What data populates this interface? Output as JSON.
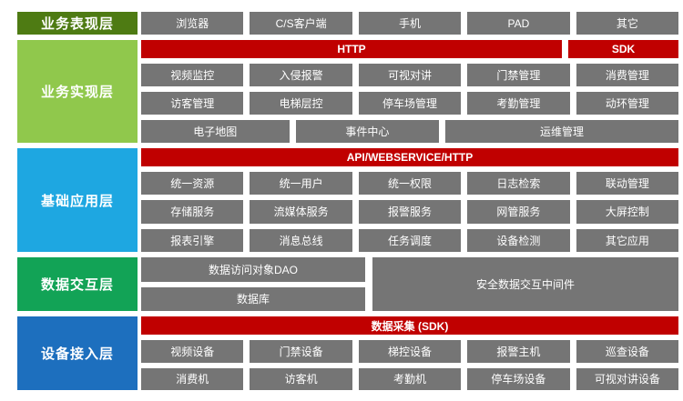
{
  "colors": {
    "module_box_gray": "#757575",
    "protocol_bar_red": "#c00000",
    "text_white": "#ffffff",
    "layer_presentation_green": "#4e7b13",
    "layer_business_light_green": "#90c84c",
    "layer_base_app_sky_blue": "#1ea7e1",
    "layer_data_interaction_green": "#12a356",
    "layer_device_access_blue": "#1d6fbe"
  },
  "layers": [
    {
      "id": "presentation",
      "label": "业务表现层",
      "color": "#4e7b13",
      "rows": [
        {
          "kind": "boxes",
          "items": [
            {
              "label": "浏览器"
            },
            {
              "label": "C/S客户端"
            },
            {
              "label": "手机"
            },
            {
              "label": "PAD"
            },
            {
              "label": "其它"
            }
          ]
        }
      ]
    },
    {
      "id": "business-impl",
      "label": "业务实现层",
      "color": "#90c84c",
      "rows": [
        {
          "kind": "bars",
          "items": [
            {
              "label": "HTTP",
              "flex": 3.82
            },
            {
              "label": "SDK",
              "flex": 1
            }
          ]
        },
        {
          "kind": "boxes",
          "items": [
            {
              "label": "视频监控"
            },
            {
              "label": "入侵报警"
            },
            {
              "label": "可视对讲"
            },
            {
              "label": "门禁管理"
            },
            {
              "label": "消费管理"
            }
          ]
        },
        {
          "kind": "boxes",
          "items": [
            {
              "label": "访客管理"
            },
            {
              "label": "电梯层控"
            },
            {
              "label": "停车场管理"
            },
            {
              "label": "考勤管理"
            },
            {
              "label": "动环管理"
            }
          ]
        },
        {
          "kind": "boxes",
          "items": [
            {
              "label": "电子地图",
              "flex": 1.62
            },
            {
              "label": "事件中心",
              "flex": 1.57
            },
            {
              "label": "运维管理",
              "flex": 2.55
            }
          ]
        }
      ]
    },
    {
      "id": "base-application",
      "label": "基础应用层",
      "color": "#1ea7e1",
      "rows": [
        {
          "kind": "bars",
          "items": [
            {
              "label": "API/WEBSERVICE/HTTP",
              "flex": 1
            }
          ]
        },
        {
          "kind": "boxes",
          "items": [
            {
              "label": "统一资源"
            },
            {
              "label": "统一用户"
            },
            {
              "label": "统一权限"
            },
            {
              "label": "日志检索"
            },
            {
              "label": "联动管理"
            }
          ]
        },
        {
          "kind": "boxes",
          "items": [
            {
              "label": "存储服务"
            },
            {
              "label": "流媒体服务"
            },
            {
              "label": "报警服务"
            },
            {
              "label": "网管服务"
            },
            {
              "label": "大屏控制"
            }
          ]
        },
        {
          "kind": "boxes",
          "items": [
            {
              "label": "报表引擎"
            },
            {
              "label": "消息总线"
            },
            {
              "label": "任务调度"
            },
            {
              "label": "设备检测"
            },
            {
              "label": "其它应用"
            }
          ]
        }
      ]
    },
    {
      "id": "data-interaction",
      "label": "数据交互层",
      "color": "#12a356",
      "split": {
        "left": [
          {
            "label": "数据访问对象DAO"
          },
          {
            "label": "数据库"
          }
        ],
        "right": {
          "label": "安全数据交互中间件"
        }
      }
    },
    {
      "id": "device-access",
      "label": "设备接入层",
      "color": "#1d6fbe",
      "rows": [
        {
          "kind": "bars",
          "items": [
            {
              "label": "数据采集 (SDK)",
              "flex": 1
            }
          ]
        },
        {
          "kind": "boxes",
          "items": [
            {
              "label": "视频设备"
            },
            {
              "label": "门禁设备"
            },
            {
              "label": "梯控设备"
            },
            {
              "label": "报警主机"
            },
            {
              "label": "巡查设备"
            }
          ]
        },
        {
          "kind": "boxes",
          "items": [
            {
              "label": "消费机"
            },
            {
              "label": "访客机"
            },
            {
              "label": "考勤机"
            },
            {
              "label": "停车场设备"
            },
            {
              "label": "可视对讲设备"
            }
          ]
        }
      ]
    }
  ]
}
